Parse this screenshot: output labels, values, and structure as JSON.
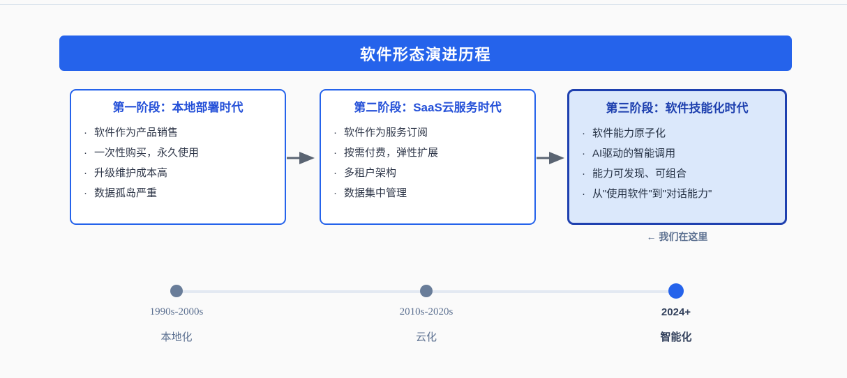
{
  "header": {
    "title": "软件形态演进历程",
    "background_color": "#2563eb",
    "text_color": "#ffffff"
  },
  "stages": [
    {
      "id": "stage-1",
      "title": "第一阶段：本地部署时代",
      "highlighted": false,
      "bullet_glyph": "·",
      "items": [
        "软件作为产品销售",
        "一次性购买，永久使用",
        "升级维护成本高",
        "数据孤岛严重"
      ]
    },
    {
      "id": "stage-2",
      "title": "第二阶段：SaaS云服务时代",
      "highlighted": false,
      "bullet_glyph": "·",
      "items": [
        "软件作为服务订阅",
        "按需付费，弹性扩展",
        "多租户架构",
        "数据集中管理"
      ]
    },
    {
      "id": "stage-3",
      "title": "第三阶段：软件技能化时代",
      "highlighted": true,
      "bullet_glyph": "·",
      "items": [
        "软件能力原子化",
        "AI驱动的智能调用",
        "能力可发现、可组合",
        "从\"使用软件\"到\"对话能力\""
      ],
      "caption": "← 我们在这里"
    }
  ],
  "arrows": [
    {
      "name": "arrow-stage1-to-stage2",
      "color": "#5a6472"
    },
    {
      "name": "arrow-stage2-to-stage3",
      "color": "#5a6472"
    }
  ],
  "timeline": {
    "track_color": "#e3e9f2",
    "inactive_dot_color": "#697d99",
    "active_dot_color": "#2563eb",
    "nodes": [
      {
        "year": "1990s-2000s",
        "label": "本地化",
        "active": false
      },
      {
        "year": "2010s-2020s",
        "label": "云化",
        "active": false
      },
      {
        "year": "2024+",
        "label": "智能化",
        "active": true
      }
    ]
  },
  "colors": {
    "page_background": "#fafafa",
    "accent_blue": "#2563eb",
    "deep_blue": "#1e40af",
    "highlight_fill": "#dbe8fb",
    "body_text": "#30384a",
    "muted_text": "#5d7191"
  }
}
